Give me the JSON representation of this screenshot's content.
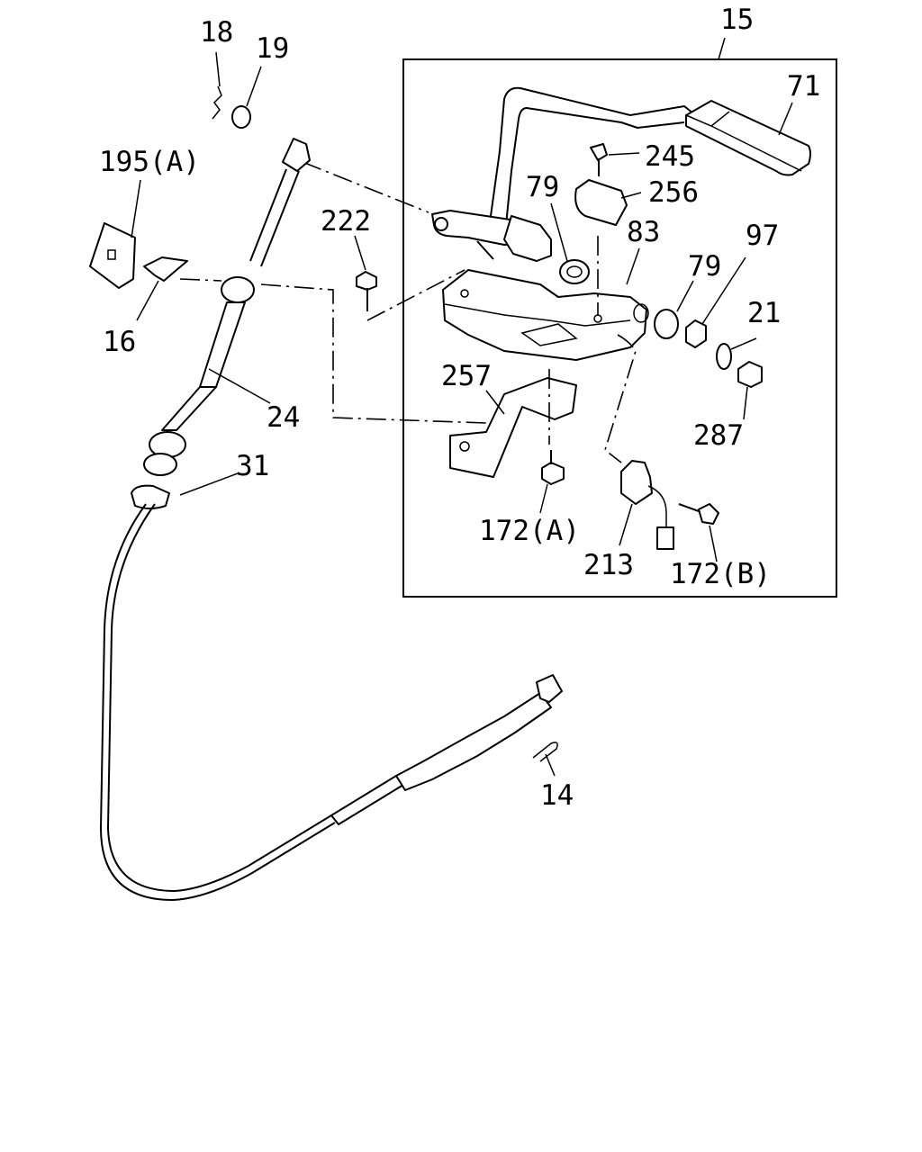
{
  "diagram": {
    "callouts": [
      {
        "id": "p15",
        "text": "15"
      },
      {
        "id": "p71",
        "text": "71"
      },
      {
        "id": "p245",
        "text": "245"
      },
      {
        "id": "p256",
        "text": "256"
      },
      {
        "id": "p79a",
        "text": "79"
      },
      {
        "id": "p83",
        "text": "83"
      },
      {
        "id": "p97",
        "text": "97"
      },
      {
        "id": "p79b",
        "text": "79"
      },
      {
        "id": "p21",
        "text": "21"
      },
      {
        "id": "p287",
        "text": "287"
      },
      {
        "id": "p222",
        "text": "222"
      },
      {
        "id": "p257",
        "text": "257"
      },
      {
        "id": "p172a",
        "text": "172(A)"
      },
      {
        "id": "p213",
        "text": "213"
      },
      {
        "id": "p172b",
        "text": "172(B)"
      },
      {
        "id": "p18",
        "text": "18"
      },
      {
        "id": "p19",
        "text": "19"
      },
      {
        "id": "p195a",
        "text": "195(A)"
      },
      {
        "id": "p16",
        "text": "16"
      },
      {
        "id": "p24",
        "text": "24"
      },
      {
        "id": "p31",
        "text": "31"
      },
      {
        "id": "p14",
        "text": "14"
      }
    ]
  }
}
